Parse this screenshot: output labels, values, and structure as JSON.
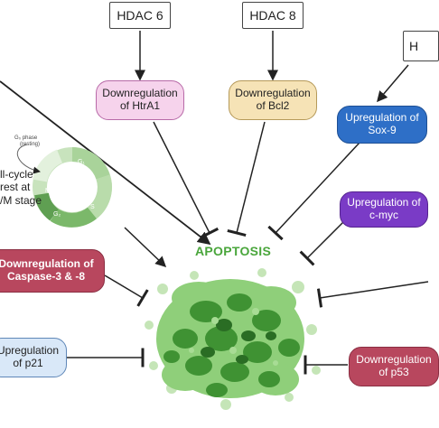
{
  "hdac_boxes": {
    "hdac6": "HDAC 6",
    "hdac8": "HDAC 8",
    "hdac_right": "H"
  },
  "effects": {
    "htra1": "Downregulation of HtrA1",
    "bcl2": "Downregulation of Bcl2",
    "sox9": "Upregulation of Sox-9",
    "cmyc": "Upregulation of c-myc",
    "caspase": "Downregulation of Caspase-3 & -8",
    "p21": "Upregulation of p21",
    "p53": "Downregulation of p53"
  },
  "center_label": "APOPTOSIS",
  "cell_cycle": {
    "caption_lines": [
      "ll-cycle",
      "rest at",
      "/M stage"
    ],
    "g0_label": "G₀ phase",
    "g0_sub": "(resting)",
    "g1": "G₁",
    "m": "M",
    "g2": "G₂",
    "s": "S"
  },
  "colors": {
    "apoptosis_green": "#4aa63c",
    "cell_cluster_dark": "#2f7d2a",
    "cell_cluster_light": "#8fcf7a",
    "arrow": "#222222"
  }
}
